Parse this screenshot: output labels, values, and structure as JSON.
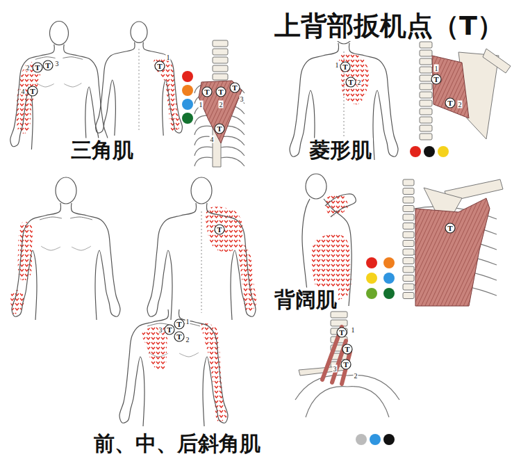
{
  "diagram": {
    "title": "上背部扳机点（T）",
    "nodes": [
      {
        "text": [
          "T"
        ]
      },
      {
        "text": [
          "T"
        ]
      },
      {
        "text": [
          "T"
        ]
      },
      {
        "text": [
          "T"
        ]
      },
      {
        "text": [
          "T"
        ]
      },
      {
        "text": [
          "T"
        ]
      },
      {
        "text": [
          "T"
        ]
      },
      {
        "text": [
          "T"
        ]
      },
      {
        "text": [
          "T"
        ]
      },
      {
        "text": [
          "T"
        ]
      },
      {
        "text": [
          "T"
        ]
      },
      {
        "text": [
          "T"
        ]
      },
      {
        "text": [
          "T"
        ]
      },
      {
        "text": [
          "T"
        ]
      },
      {
        "text": [
          "T"
        ]
      },
      {
        "text": [
          "T"
        ]
      },
      {
        "text": [
          "T"
        ]
      },
      {
        "text": [
          "T"
        ]
      },
      {
        "text": [
          "T"
        ]
      },
      {
        "text": [
          "T"
        ]
      }
    ],
    "labels": [
      "1",
      "2",
      "3",
      "4",
      "1",
      "2",
      "3",
      "4",
      "三角肌",
      "1",
      "2",
      "1",
      "2",
      "菱形肌",
      "背阔肌",
      "3",
      "1",
      "2",
      "1",
      "2",
      "3",
      "前、中、后斜角肌"
    ]
  }
}
